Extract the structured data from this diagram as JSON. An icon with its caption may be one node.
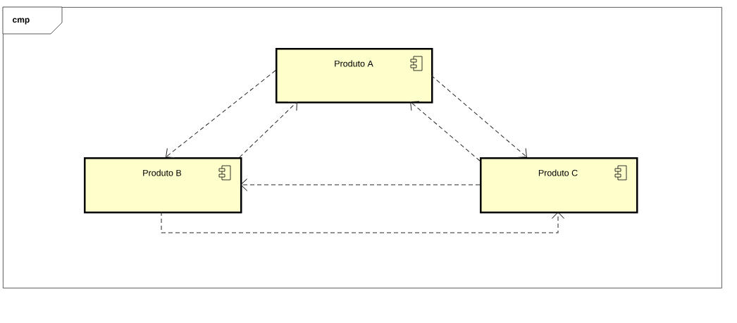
{
  "diagram": {
    "nodes": [
      {
        "text": [
          "cmp"
        ]
      },
      {
        "text": [
          "Produto A"
        ],
        "in": 0
      },
      {
        "text": [
          "Produto B"
        ],
        "in": 0
      },
      {
        "text": [
          "Produto C"
        ],
        "in": 0
      }
    ],
    "edges": [
      {
        "from": 1,
        "to": 2,
        "arrow": "to",
        "style": "dashed"
      },
      {
        "from": 2,
        "to": 1,
        "arrow": "to",
        "style": "dashed"
      },
      {
        "from": 1,
        "to": 3,
        "arrow": "to",
        "style": "dashed"
      },
      {
        "from": 3,
        "to": 1,
        "arrow": "to",
        "style": "dashed"
      },
      {
        "from": 3,
        "to": 2,
        "arrow": "to",
        "style": "dashed"
      },
      {
        "from": 2,
        "to": 3,
        "arrow": "to",
        "style": "dashed"
      }
    ]
  }
}
